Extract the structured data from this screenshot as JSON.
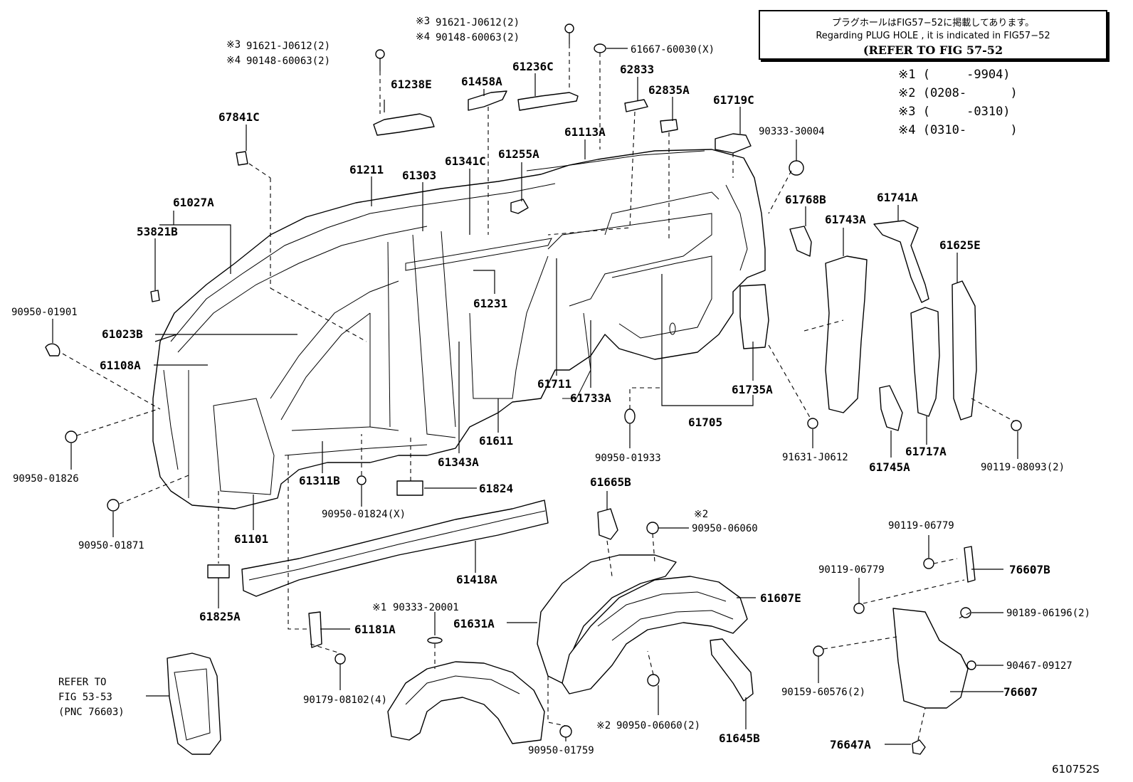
{
  "note": {
    "line1": "プラグホールはFIG57−52に掲載してあります。",
    "line2": "Regarding PLUG HOLE , it is indicated in FIG57−52",
    "line3": "(REFER TO FIG 57-52"
  },
  "legend": [
    "※1 (     -9904)",
    "※2 (0208-      )",
    "※3 (     -0310)",
    "※4 (0310-      )"
  ],
  "labels": {
    "p61238E": "61238E",
    "p61458A": "61458A",
    "p61236C": "61236C",
    "p62833": "62833",
    "p62835A": "62835A",
    "p61719C": "61719C",
    "p67841C": "67841C",
    "p61113A": "61113A",
    "p90333_30004": "90333-30004",
    "p61211": "61211",
    "p61303": "61303",
    "p61341C": "61341C",
    "p61255A": "61255A",
    "p61027A": "61027A",
    "p53821B": "53821B",
    "p61768B": "61768B",
    "p61741A": "61741A",
    "p61743A": "61743A",
    "p61625E": "61625E",
    "p90950_01901": "90950-01901",
    "p61231": "61231",
    "p61023B": "61023B",
    "p61108A": "61108A",
    "p61711": "61711",
    "p61733A": "61733A",
    "p61735A": "61735A",
    "p61705": "61705",
    "p61611": "61611",
    "p61343A": "61343A",
    "p91631_J0612": "91631-J0612",
    "p61745A": "61745A",
    "p61717A": "61717A",
    "p90119_08093": "90119-08093(2)",
    "p90950_01826": "90950-01826",
    "p90950_01933": "90950-01933",
    "p61311B": "61311B",
    "p61824": "61824",
    "p90950_01824": "90950-01824(X)",
    "p61101": "61101",
    "p90950_01871": "90950-01871",
    "p61665B": "61665B",
    "p90950_06060": "90950-06060",
    "p90119_06779a": "90119-06779",
    "p90119_06779b": "90119-06779",
    "p76607B": "76607B",
    "p61418A": "61418A",
    "p61607E": "61607E",
    "p61825A": "61825A",
    "p90333_20001": "90333-20001",
    "p61181A": "61181A",
    "p61631A": "61631A",
    "p90189_06196": "90189-06196(2)",
    "p90467_09127": "90467-09127",
    "p90159_60576": "90159-60576(2)",
    "p76607": "76607",
    "p90179_08102": "90179-08102(4)",
    "p90950_06060_2": "90950-06060(2)",
    "p61645B": "61645B",
    "p90950_01759": "90950-01759",
    "p76647A": "76647A",
    "refer_to": "REFER TO",
    "refer_fig": "FIG 53-53",
    "refer_pnc": "(PNC 76603)",
    "p91621_top": "91621-J0612(2)",
    "p90148_top": "90148-60063(2)",
    "p91621_left": "91621-J0612(2)",
    "p90148_left": "90148-60063(2)",
    "p61667": "61667-60030(X)",
    "mark3": "※3",
    "mark4": "※4",
    "mark2": "※2",
    "mark1": "※1"
  },
  "diagram_code": "610752S"
}
